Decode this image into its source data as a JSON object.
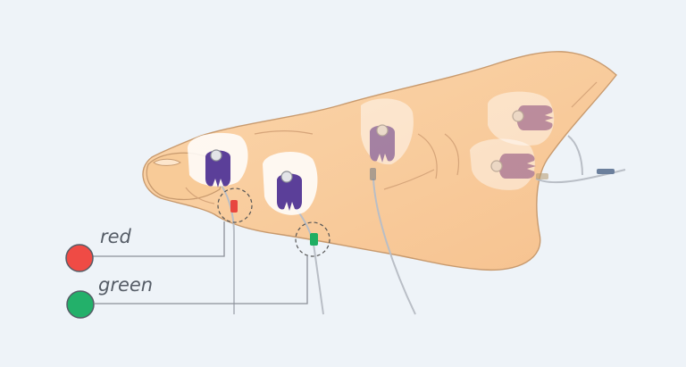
{
  "legend": [
    {
      "label": "red",
      "color": "#ef4b45"
    },
    {
      "label": "green",
      "color": "#23b06a"
    }
  ],
  "colors": {
    "background": "#eef3f8",
    "skin": "#f9cfa0",
    "skin_outline": "#c89a6e",
    "electrode_purple": "#5b3f99",
    "pad": "#ffffff",
    "connector_red": "#e8473f",
    "connector_green": "#1fae62",
    "wire": "#b9bec6"
  },
  "icons": [
    "foot-illustration",
    "electrode-clip-icon",
    "lead-connector-icon"
  ]
}
